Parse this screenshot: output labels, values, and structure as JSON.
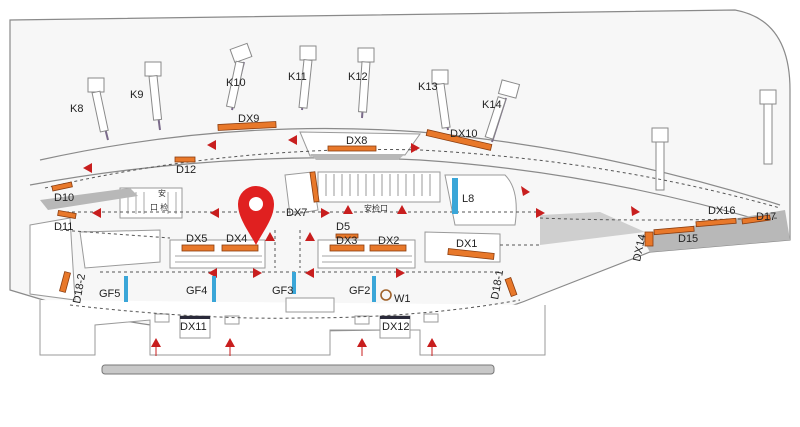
{
  "gates": {
    "k8": "K8",
    "k9": "K9",
    "k10": "K10",
    "k11": "K11",
    "k12": "K12",
    "k13": "K13",
    "k14": "K14"
  },
  "shops": {
    "dx9": "DX9",
    "dx8": "DX8",
    "dx10": "DX10",
    "d12": "D12",
    "d10": "D10",
    "d11": "D11",
    "dx7": "DX7",
    "l8": "L8",
    "dx5": "DX5",
    "dx4": "DX4",
    "dx3": "DX3",
    "dx2": "DX2",
    "dx1": "DX1",
    "d5": "D5",
    "dx14": "DX14",
    "d15": "D15",
    "dx16": "DX16",
    "d17": "D17",
    "d18_2": "D18-2",
    "d18_1": "D18-1",
    "gf5": "GF5",
    "gf4": "GF4",
    "gf3": "GF3",
    "gf2": "GF2",
    "w1": "W1",
    "dx11": "DX11",
    "dx12": "DX12"
  },
  "text": {
    "security_right": "安检口",
    "security_left_a": "安",
    "security_left_b": "口 检"
  },
  "marker": {
    "icon": "location-pin-icon",
    "color": "#e02020"
  },
  "colors": {
    "shop": "#e8782a",
    "service": "#3aa6d8",
    "arrow": "#c81e1e"
  }
}
